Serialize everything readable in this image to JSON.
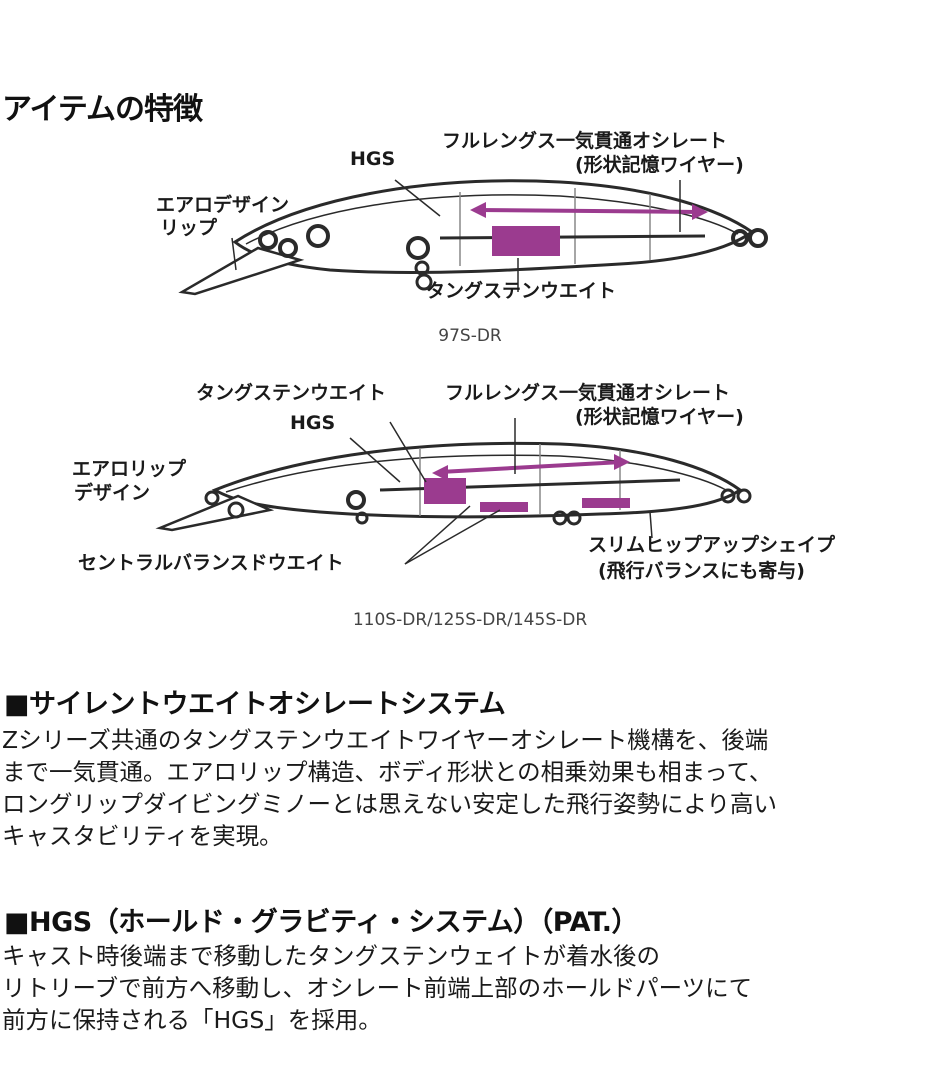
{
  "page_title": "アイテムの特徴",
  "figure1": {
    "callouts": {
      "oscillate_line1": "フルレングス一気貫通オシレート",
      "oscillate_line2": "(形状記憶ワイヤー)",
      "hgs": "HGS",
      "aero_lip_line1": "エアロデザイン",
      "aero_lip_line2": "リップ",
      "tungsten": "タングステンウエイト"
    },
    "caption": "97S-DR"
  },
  "figure2": {
    "callouts": {
      "tungsten": "タングステンウエイト",
      "oscillate_line1": "フルレングス一気貫通オシレート",
      "oscillate_line2": "(形状記憶ワイヤー)",
      "hgs": "HGS",
      "aero_lip_line1": "エアロリップ",
      "aero_lip_line2": "デザイン",
      "central_balance": "セントラルバランスドウエイト",
      "slim_hip_line1": "スリムヒップアップシェイプ",
      "slim_hip_line2": "(飛行バランスにも寄与)"
    },
    "caption": "110S-DR/125S-DR/145S-DR"
  },
  "sections": [
    {
      "heading": "■サイレントウエイトオシレートシステム",
      "lines": [
        "Zシリーズ共通のタングステンウエイトワイヤーオシレート機構を、後端",
        "まで一気貫通。エアロリップ構造、ボディ形状との相乗効果も相まって、",
        "ロングリップダイビングミノーとは思えない安定した飛行姿勢により高い",
        "キャスタビリティを実現。"
      ]
    },
    {
      "heading": "■HGS（ホールド・グラビティ・システム）（PAT.）",
      "lines": [
        "キャスト時後端まで移動したタングステンウェイトが着水後の",
        "リトリーブで前方へ移動し、オシレート前端上部のホールドパーツにて",
        "前方に保持される「HGS」を採用。"
      ]
    }
  ],
  "colors": {
    "accent_purple": "#9b3b8f",
    "outline": "#2a2a2a"
  }
}
